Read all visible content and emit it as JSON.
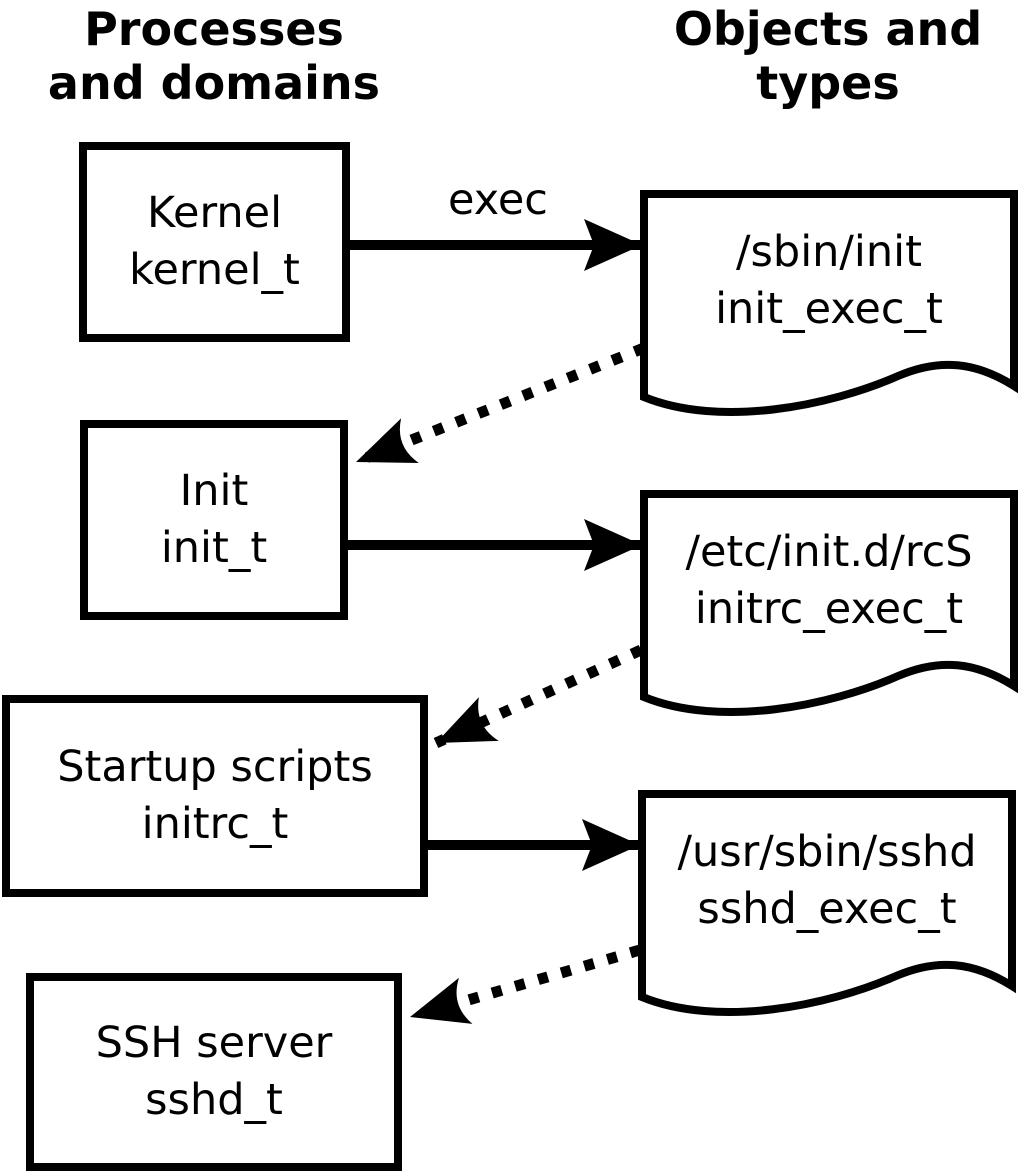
{
  "headings": {
    "left": {
      "line1": "Processes",
      "line2": "and domains"
    },
    "right": {
      "line1": "Objects and",
      "line2": "types"
    }
  },
  "arrow_label": "exec",
  "processes": [
    {
      "name": "Kernel",
      "type": "kernel_t"
    },
    {
      "name": "Init",
      "type": "init_t"
    },
    {
      "name": "Startup scripts",
      "type": "initrc_t"
    },
    {
      "name": "SSH server",
      "type": "sshd_t"
    }
  ],
  "objects": [
    {
      "path": "/sbin/init",
      "type": "init_exec_t"
    },
    {
      "path": "/etc/init.d/rcS",
      "type": "initrc_exec_t"
    },
    {
      "path": "/usr/sbin/sshd",
      "type": "sshd_exec_t"
    }
  ],
  "colors": {
    "foreground": "#000000",
    "background": "#ffffff"
  }
}
